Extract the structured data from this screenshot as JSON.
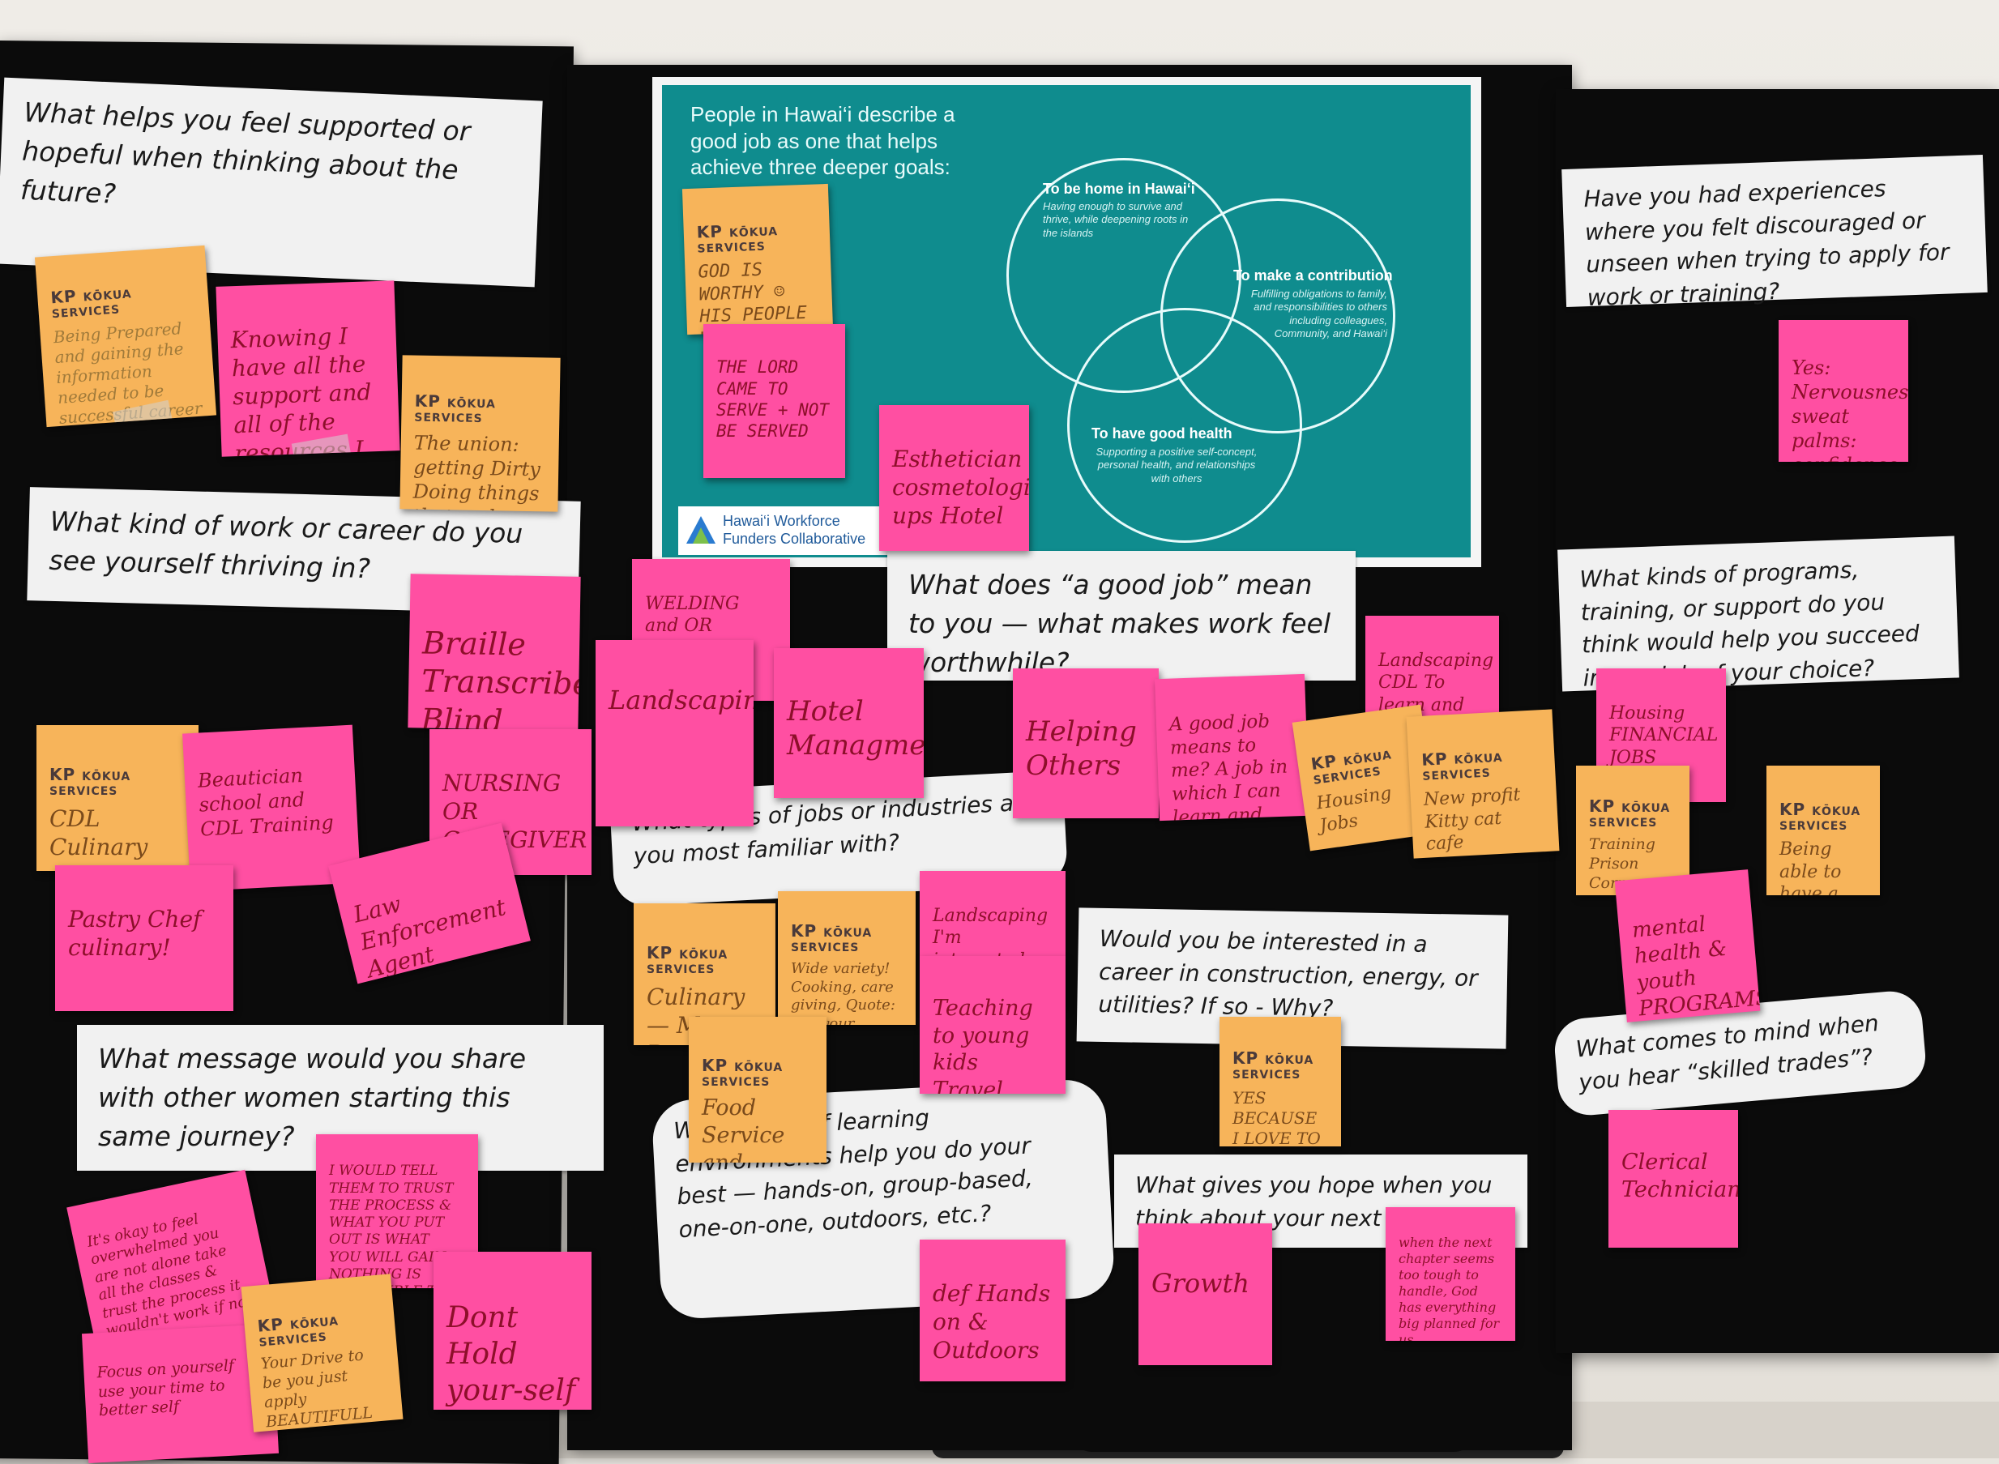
{
  "questions": {
    "supported": "What helps you feel supported or hopeful when thinking about the future?",
    "thriving": "What kind of work or career do you see yourself thriving in?",
    "good_job": "What does “a good job” mean to you — what makes work feel worthwhile?",
    "familiar": "What types of jobs or industries are you most familiar with?",
    "message": "What message would you share with other women starting this same journey?",
    "construction": "Would you be interested in a career in construction, energy, or utilities? If so - Why?",
    "learning": "What kinds of learning environments help you do your best — hands-on, group-based, one-on-one, outdoors, etc.?",
    "hope": "What gives you hope when you think about your next chapter?",
    "discouraged": "Have you had experiences where you felt discouraged or unseen when trying to apply for work or training?",
    "programs": "What kinds of programs, training, or support do you think would help you succeed in any job of your choice?",
    "skilled": "What comes to mind when you hear “skilled trades”?"
  },
  "poster": {
    "title": "People in Hawai‘i describe a good job as one that helps achieve three deeper goals:",
    "goal1_title": "To be home in Hawai‘i",
    "goal1_desc": "Having enough to survive and thrive, while deepening roots in the islands",
    "goal2_title": "To make a contribution",
    "goal2_desc": "Fulfilling obligations to family, and responsibilities to others including colleagues, Community, and Hawai‘i",
    "goal3_title": "To have good health",
    "goal3_desc": "Supporting a positive self-concept, personal health, and relationships with others",
    "funders": "Hawai‘i Workforce Funders Collaborative"
  },
  "logo_text": "KŌKUA SERVICES",
  "notes": {
    "n_preparing": "Being Prepared and gaining the information needed to be successful career + Today",
    "n_knowing": "Knowing I have all the support and all of the resources I need to succeed!",
    "n_union": "The union: getting Dirty Doing things that makes you Happy",
    "n_god": "GOD IS WORTHY ☺ HIS PEOPLE WE ARE WORTHY",
    "n_lord": "THE LORD CAME TO SERVE + NOT BE SERVED",
    "n_esthetician": "Esthetician cosmetologist ups Hotel",
    "n_welding": "WELDING and OR PLUMBING WOULD BE GREAT",
    "n_braille": "Braille Transcriber Blind Hula Halau",
    "n_landscaping": "Landscaping",
    "n_hotel": "Hotel Managment",
    "n_helping": "Helping Others",
    "n_goodjob": "A good job means to me? A job in which I can learn and grow",
    "n_landscaping_cdl": "Landscaping CDL To learn and grow",
    "n_housing": "Housing Jobs",
    "n_kitty": "New profit Kitty cat cafe",
    "n_cdl": "CDL Culinary",
    "n_beautician": "Beautician school and CDL Training",
    "n_nursing": "NURSING OR CAREGIVER",
    "n_law": "Law Enforcement Agent",
    "n_pastry": "Pastry Chef culinary!",
    "n_culinary": "Culinary — My Passion in cooking",
    "n_wide": "Wide variety! Cooking, care giving, Quote: use your power",
    "n_landscaping2": "Landscaping I'm interested Housing work",
    "n_teaching": "Teaching to young kids Travel industry",
    "n_food": "Food Service and Hospitality",
    "n_yes": "YES BECAUSE I LOVE TO BUILD THINGS",
    "n_nervous": "Yes: Nervousness sweat palms: confidence Believe:",
    "n_housing_fin": "Housing FINANCIAL JOBS",
    "n_training": "Training Prison Correspondence Education",
    "n_being_able": "Being able to have a fresh start",
    "n_mental": "mental health & youth PROGRAMS",
    "n_clerical": "Clerical Technician",
    "n_tell": "I WOULD TELL THEM TO TRUST THE PROCESS & WHAT YOU PUT OUT IS WHAT YOU WILL GAIN NOTHING IS IMPOSSIBLE THE WORD ITSELF SAYS I'M POSSIBLE",
    "n_okay": "It's okay to feel overwhelmed you are not alone take all the classes & trust the process it wouldn't work if not",
    "n_focus": "Focus on yourself use your time to better self",
    "n_drive": "Your Drive to be you just apply BEAUTIFULL",
    "n_dont": "Dont Hold your-self Back",
    "n_hands": "def Hands on & Outdoors",
    "n_growth": "Growth",
    "n_next": "when the next chapter seems too tough to handle, God has everything big planned for us"
  }
}
